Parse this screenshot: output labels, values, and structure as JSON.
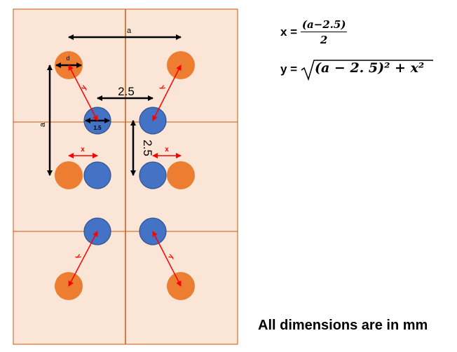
{
  "diagram": {
    "labels": {
      "a_top": "a",
      "a_side": "a",
      "d": "d",
      "d_small": "1.5",
      "gap_horizontal": "2.5",
      "gap_vertical": "2.5",
      "x_left": "x",
      "x_right": "x",
      "y": "y"
    },
    "colors": {
      "background": "#FBE5D6",
      "grid_line": "#C55A11",
      "orange_circle": "#ED7D31",
      "blue_circle": "#4472C4",
      "circle_stroke": "#2F528F",
      "dim_arrow": "#000000",
      "red_arrow": "#FF0000"
    }
  },
  "formulas": {
    "x_lhs": "x =",
    "x_numerator": "(a−2.5)",
    "x_denominator": "2",
    "y_lhs": "y =",
    "y_rhs": "(a − 2. 5)² + x²"
  },
  "note": "All dimensions are in mm"
}
